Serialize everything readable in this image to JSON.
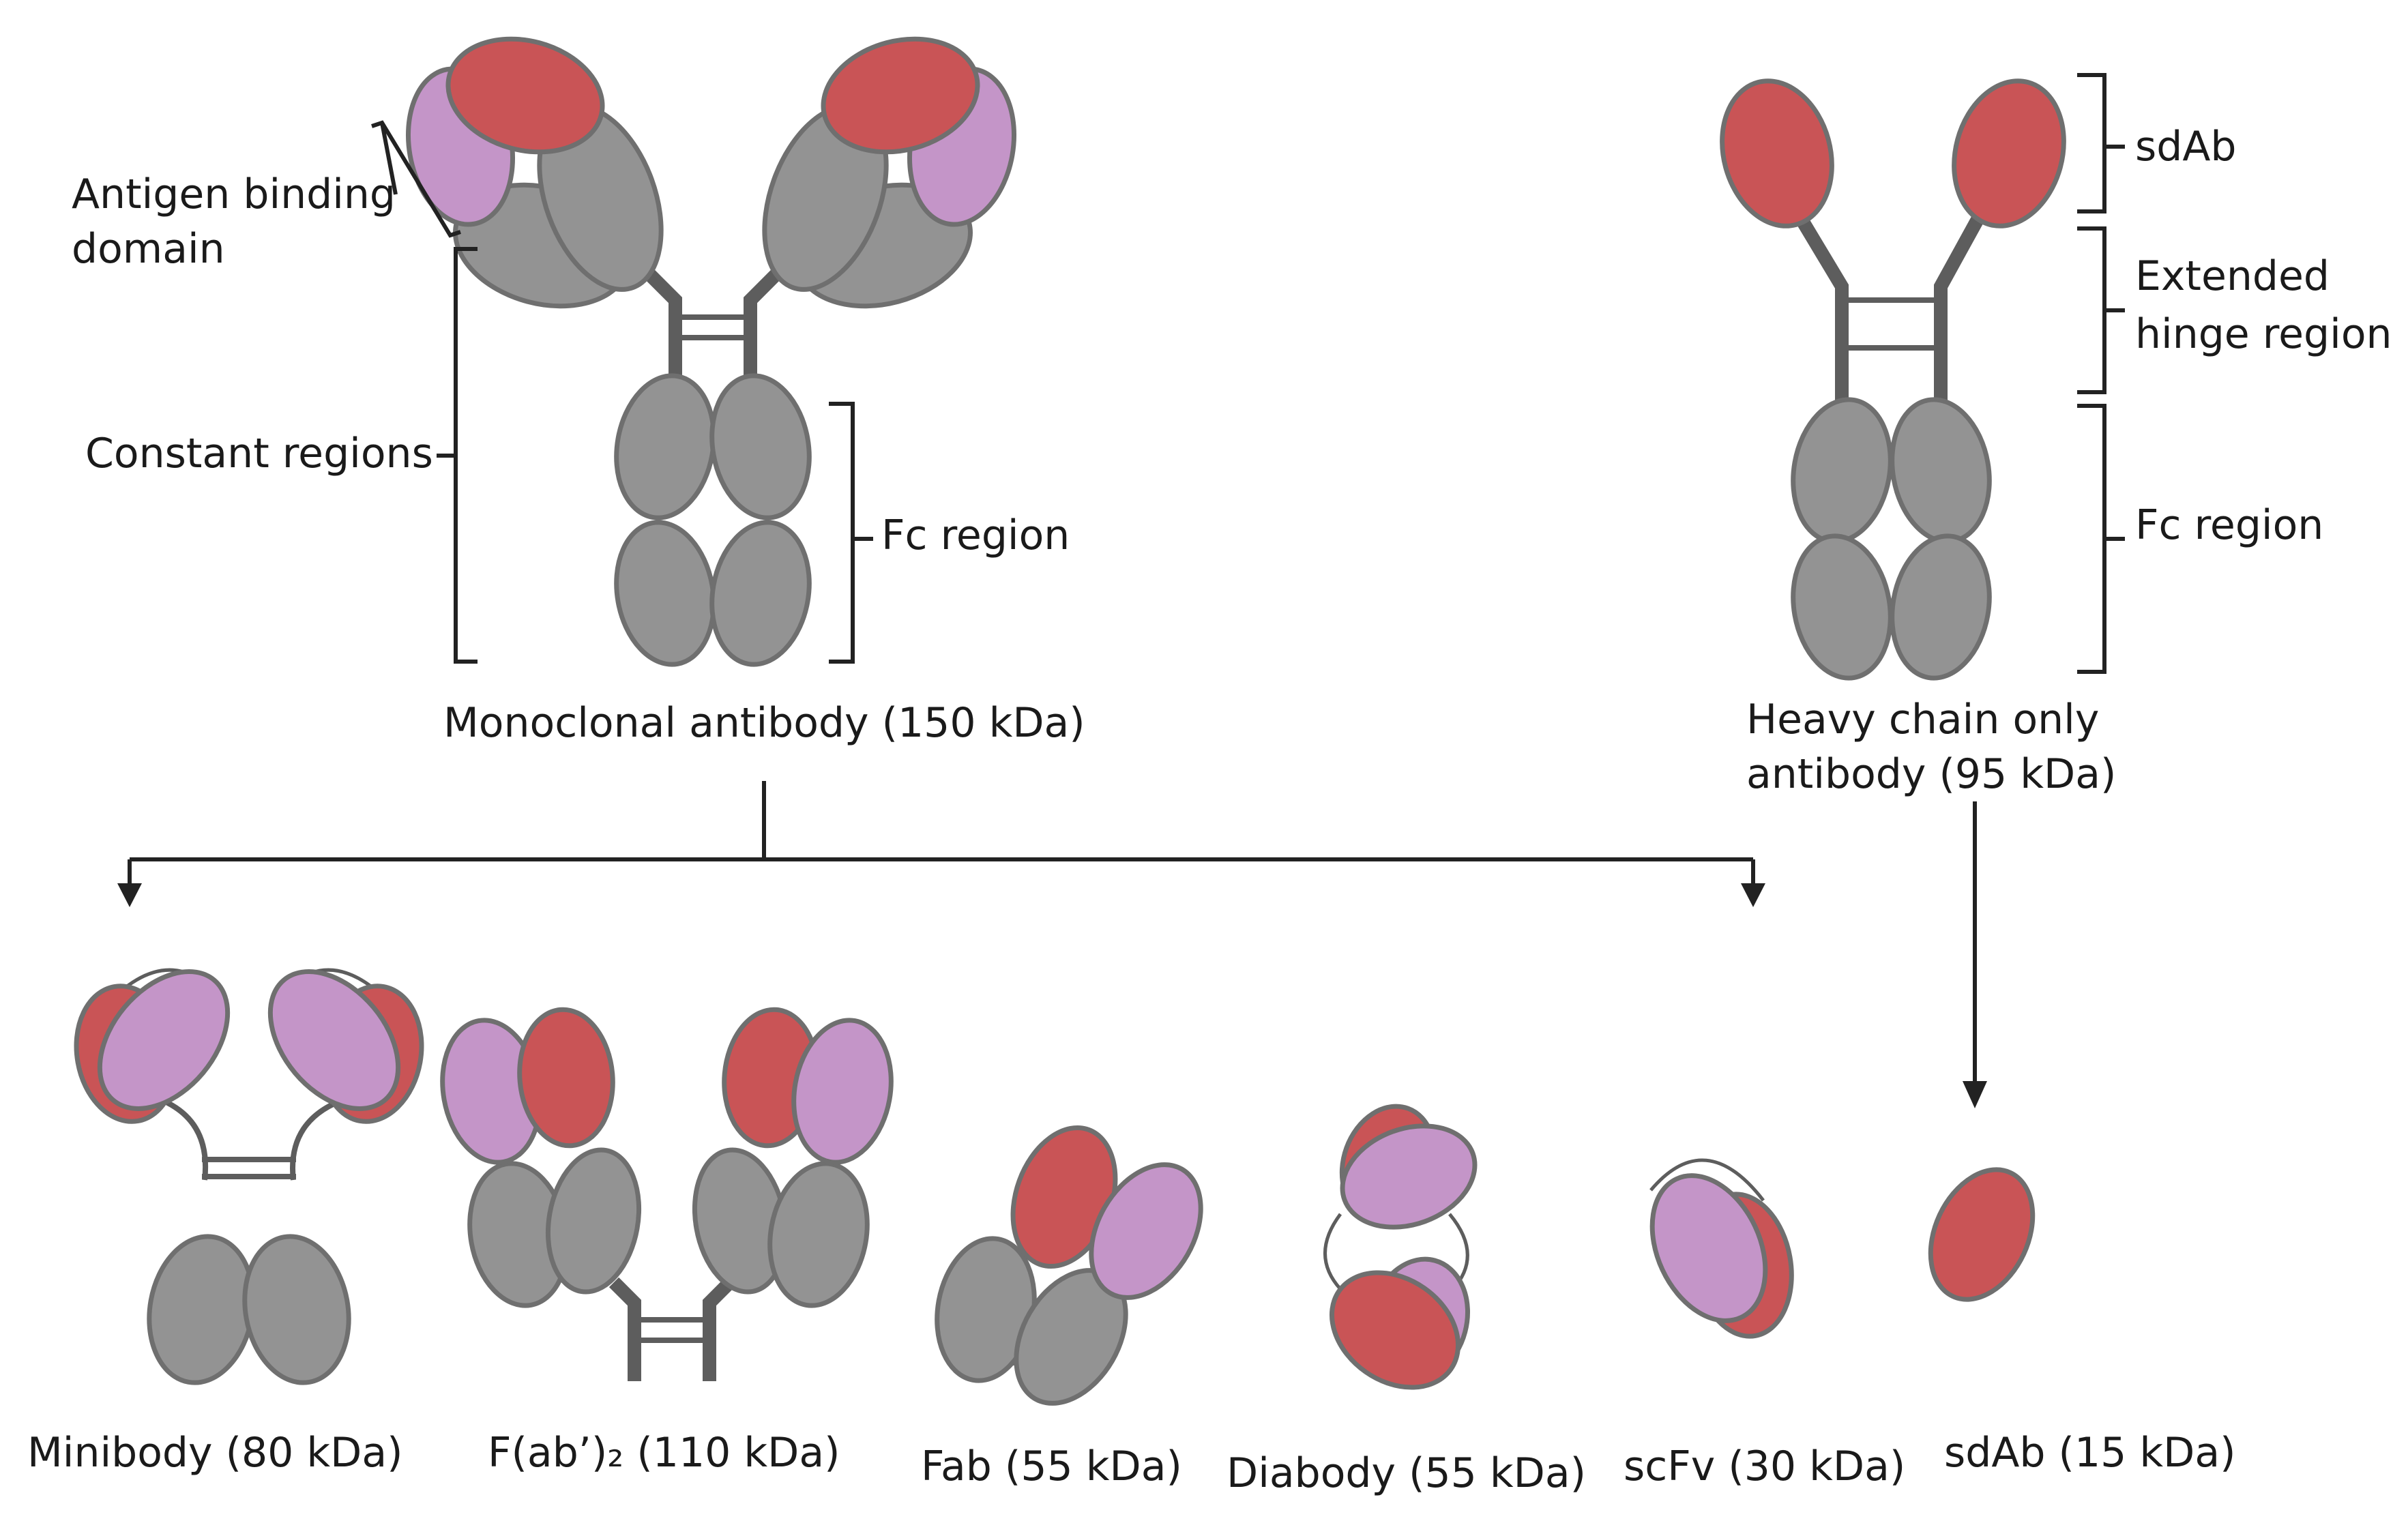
{
  "labels": {
    "antigen_binding_domain_line1": "Antigen binding",
    "antigen_binding_domain_line2": "domain",
    "constant_regions": "Constant regions",
    "fc_region_left": "Fc region",
    "monoclonal_antibody": "Monoclonal antibody (150 kDa)",
    "sdab_bracket": "sdAb",
    "extended_hinge_line1": "Extended",
    "extended_hinge_line2": "hinge region",
    "fc_region_right": "Fc region",
    "heavy_chain_line1": "Heavy chain only",
    "heavy_chain_line2": "antibody (95 kDa)"
  },
  "fragments": [
    {
      "id": "minibody",
      "label": "Minibody (80 kDa)"
    },
    {
      "id": "fab2",
      "label": "F(ab’)₂ (110 kDa)"
    },
    {
      "id": "fab",
      "label": "Fab (55 kDa)"
    },
    {
      "id": "diabody",
      "label": "Diabody (55 kDa)"
    },
    {
      "id": "scfv",
      "label": "scFv (30 kDa)"
    },
    {
      "id": "sdab",
      "label": "sdAb (15 kDa)"
    }
  ],
  "colors": {
    "heavy_variable": "#c95456",
    "light_variable": "#c495c8",
    "constant": "#939393",
    "outline": "#6f6f6f",
    "hinge": "#5d5d5d"
  }
}
